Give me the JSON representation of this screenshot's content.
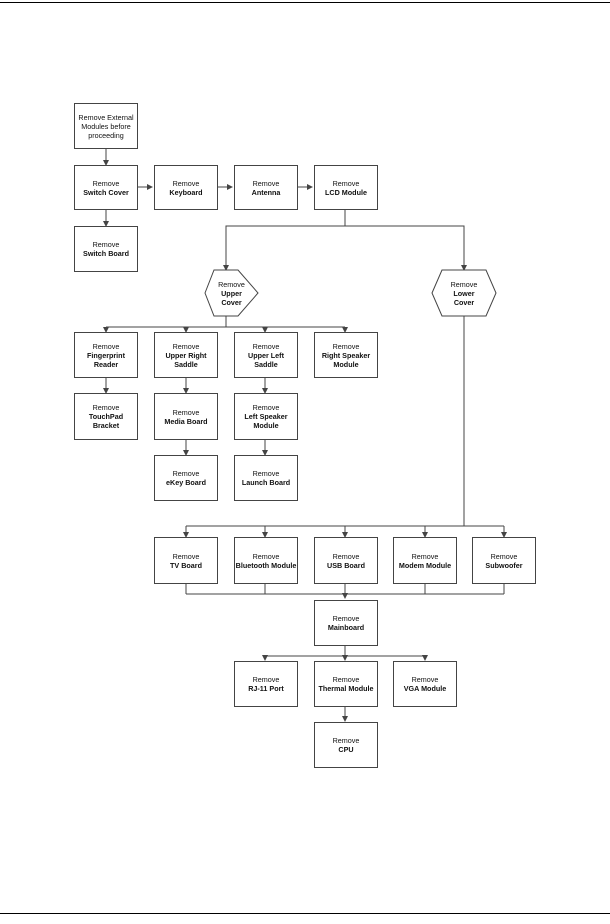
{
  "nodes": {
    "external": {
      "lines": [
        "Remove External",
        "Modules before",
        "proceeding"
      ]
    },
    "switch_cover": {
      "verb": "Remove",
      "name": "Switch Cover"
    },
    "keyboard": {
      "verb": "Remove",
      "name": "Keyboard"
    },
    "antenna": {
      "verb": "Remove",
      "name": "Antenna"
    },
    "lcd": {
      "verb": "Remove",
      "name": "LCD Module"
    },
    "switch_board": {
      "verb": "Remove",
      "name": "Switch Board"
    },
    "upper_cover": {
      "verb": "Remove",
      "name1": "Upper",
      "name2": "Cover"
    },
    "lower_cover": {
      "verb": "Remove",
      "name1": "Lower",
      "name2": "Cover"
    },
    "fingerprint": {
      "verb": "Remove",
      "name1": "Fingerprint",
      "name2": "Reader"
    },
    "upper_right_saddle": {
      "verb": "Remove",
      "name1": "Upper Right",
      "name2": "Saddle"
    },
    "upper_left_saddle": {
      "verb": "Remove",
      "name1": "Upper Left",
      "name2": "Saddle"
    },
    "right_speaker": {
      "verb": "Remove",
      "name1": "Right Speaker",
      "name2": "Module"
    },
    "touchpad": {
      "verb": "Remove",
      "name1": "TouchPad",
      "name2": "Bracket"
    },
    "media_board": {
      "verb": "Remove",
      "name": "Media Board"
    },
    "left_speaker": {
      "verb": "Remove",
      "name1": "Left Speaker",
      "name2": "Module"
    },
    "ekey": {
      "verb": "Remove",
      "name": "eKey Board"
    },
    "launch": {
      "verb": "Remove",
      "name": "Launch Board"
    },
    "tv": {
      "verb": "Remove",
      "name": "TV Board"
    },
    "bluetooth": {
      "verb": "Remove",
      "name": "Bluetooth Module"
    },
    "usb": {
      "verb": "Remove",
      "name": "USB Board"
    },
    "modem": {
      "verb": "Remove",
      "name": "Modem Module"
    },
    "subwoofer": {
      "verb": "Remove",
      "name": "Subwoofer"
    },
    "mainboard": {
      "verb": "Remove",
      "name": "Mainboard"
    },
    "rj11": {
      "verb": "Remove",
      "name": "RJ-11 Port"
    },
    "thermal": {
      "verb": "Remove",
      "name": "Thermal Module"
    },
    "vga": {
      "verb": "Remove",
      "name": "VGA Module"
    },
    "cpu": {
      "verb": "Remove",
      "name": "CPU"
    }
  },
  "colors": {
    "line": "#444444",
    "border": "#444444",
    "text": "#111111"
  }
}
